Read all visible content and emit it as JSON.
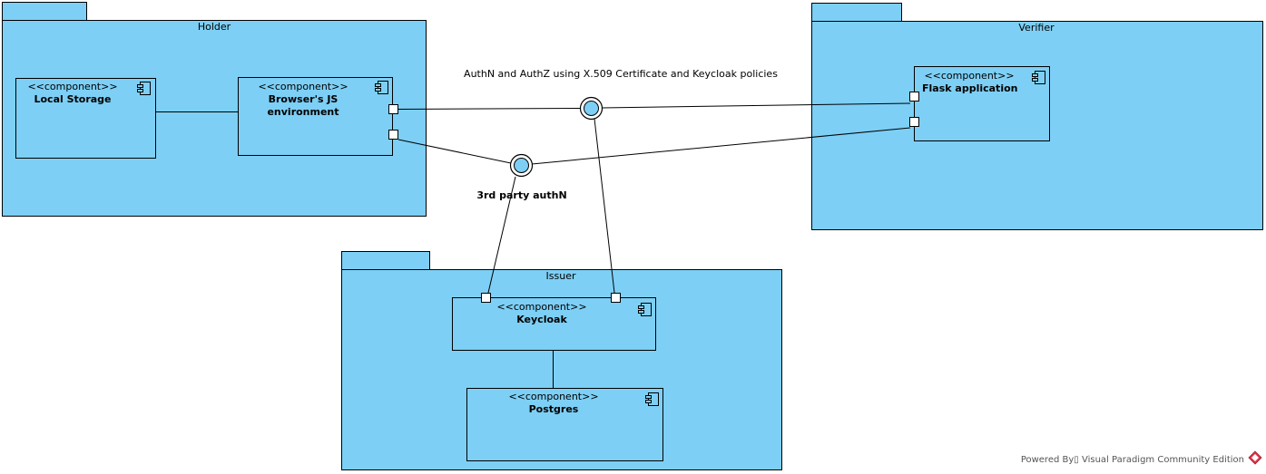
{
  "packages": {
    "holder": {
      "name": "Holder"
    },
    "verifier": {
      "name": "Verifier"
    },
    "issuer": {
      "name": "Issuer"
    }
  },
  "components": {
    "local_storage": {
      "stereotype": "<<component>>",
      "name": "Local Storage"
    },
    "browser_js": {
      "stereotype": "<<component>>",
      "name_line1": "Browser's JS",
      "name_line2": "environment"
    },
    "flask_app": {
      "stereotype": "<<component>>",
      "name": "Flask application"
    },
    "keycloak": {
      "stereotype": "<<component>>",
      "name": "Keycloak"
    },
    "postgres": {
      "stereotype": "<<component>>",
      "name": "Postgres"
    }
  },
  "interfaces": {
    "x509": {
      "label": "AuthN and AuthZ using X.509 Certificate and Keycloak policies"
    },
    "third_party": {
      "label": "3rd party authN"
    }
  },
  "footer": {
    "text": "Powered By▯ Visual Paradigm Community Edition",
    "logo_icon": "visual-paradigm-logo-icon"
  },
  "colors": {
    "fill": "#7dcff5",
    "stroke": "#000000",
    "footer_text": "#555555",
    "logo": "#e0344a"
  }
}
